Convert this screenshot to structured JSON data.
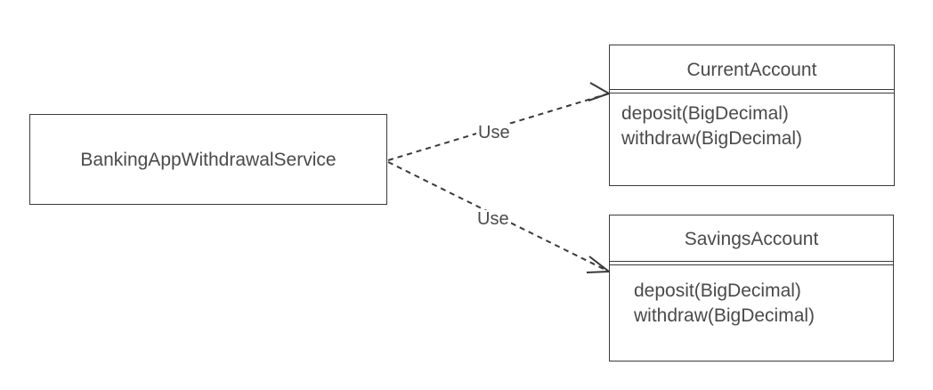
{
  "diagram": {
    "type": "uml-class-diagram",
    "background_color": "#ffffff",
    "stroke_color": "#3a3a3a",
    "text_color": "#4a4a4a"
  },
  "classes": [
    {
      "id": "banking-app-withdrawal-service",
      "name": "BankingAppWithdrawalService",
      "compartments": [
        "name"
      ],
      "members": []
    },
    {
      "id": "current-account",
      "name": "CurrentAccount",
      "compartments": [
        "name",
        "operations"
      ],
      "members": [
        "deposit(BigDecimal)",
        "withdraw(BigDecimal)"
      ]
    },
    {
      "id": "savings-account",
      "name": "SavingsAccount",
      "compartments": [
        "name",
        "operations"
      ],
      "members": [
        "deposit(BigDecimal)",
        "withdraw(BigDecimal)"
      ]
    }
  ],
  "relationships": [
    {
      "id": "use-current",
      "label": "Use",
      "from": "banking-app-withdrawal-service",
      "to": "current-account",
      "style": "dashed",
      "arrowhead": "open"
    },
    {
      "id": "use-savings",
      "label": "Use",
      "from": "banking-app-withdrawal-service",
      "to": "savings-account",
      "style": "dashed",
      "arrowhead": "open"
    }
  ]
}
